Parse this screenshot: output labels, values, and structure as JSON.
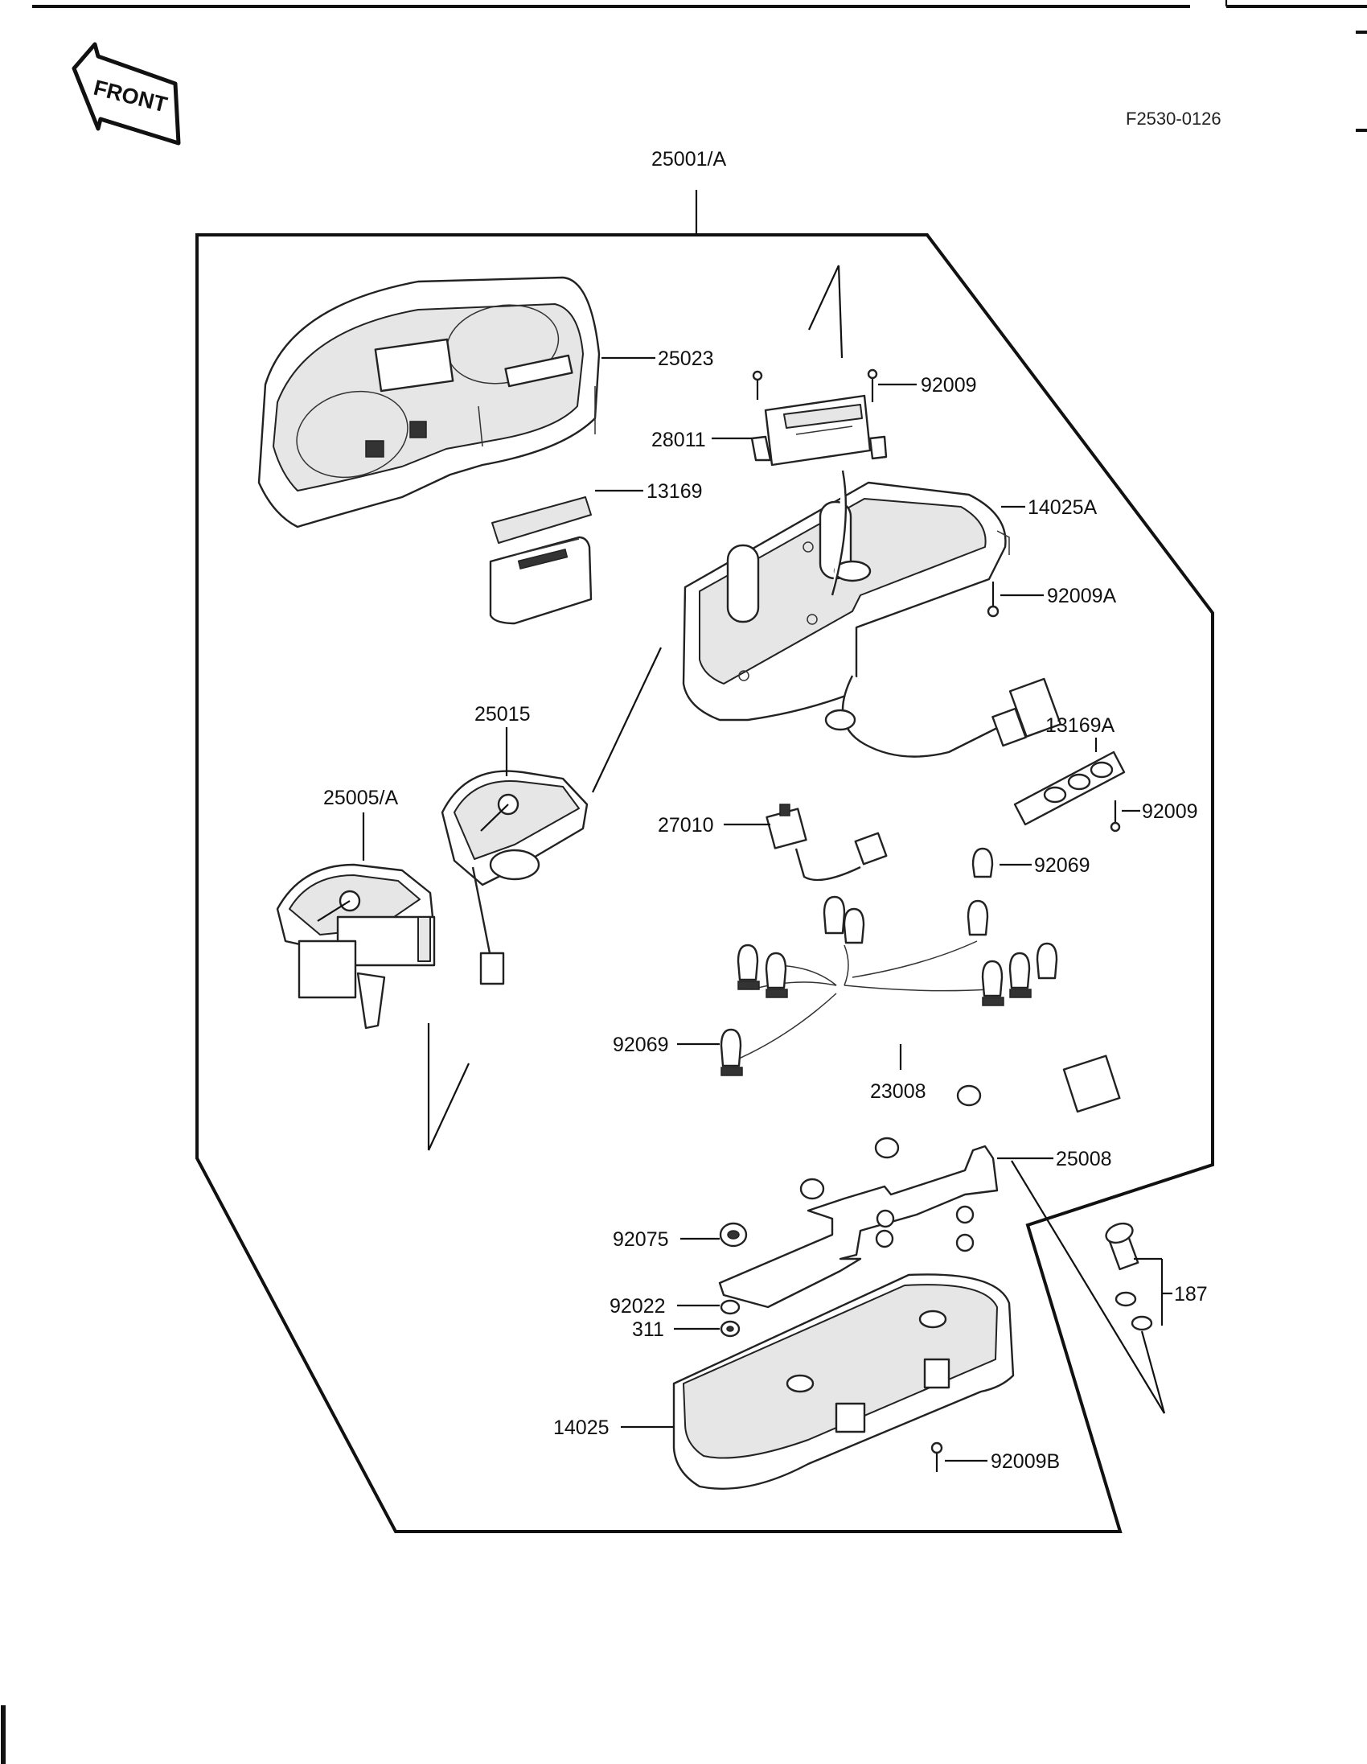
{
  "header": {
    "front_label": "FRONT",
    "figure_code": "F2530-0126"
  },
  "part_labels": {
    "assembly": "25001/A",
    "housing_cover": "25023",
    "control_unit_screws": "92009",
    "control_unit": "28011",
    "display_panel": "13169",
    "upper_case": "14025A",
    "case_screw": "92009A",
    "indicator_panel": "13169A",
    "panel_screw": "92009",
    "tachometer": "25015",
    "speedometer": "25005/A",
    "switch": "27010",
    "bulb_single": "92069",
    "bulb_harness": "92069",
    "harness": "23008",
    "bracket": "25008",
    "grommet": "92075",
    "collar": "92022",
    "nut": "311",
    "bolt_set": "187",
    "lower_case": "14025",
    "lower_case_screw": "92009B"
  }
}
